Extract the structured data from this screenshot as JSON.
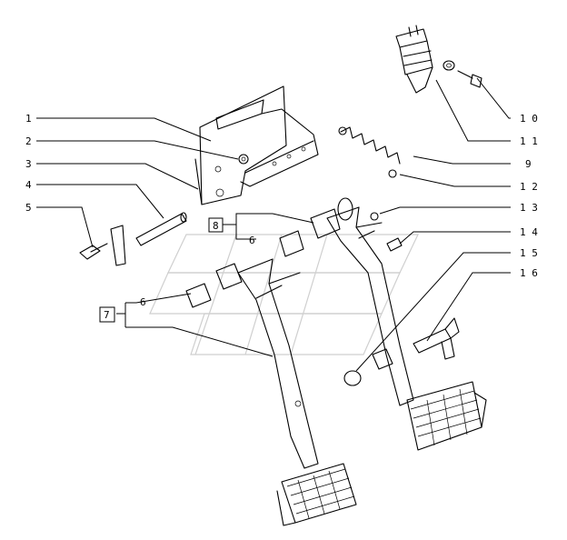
{
  "labels": {
    "l1": "1",
    "l2": "2",
    "l3": "3",
    "l4": "4",
    "l5": "5",
    "l6a": "6",
    "l6b": "6",
    "l7": "7",
    "l8": "8",
    "l9": "9",
    "l10": "1 0",
    "l11": "1 1",
    "l12": "1 2",
    "l13": "1 3",
    "l14": "1 4",
    "l15": "1 5",
    "l16": "1 6"
  }
}
